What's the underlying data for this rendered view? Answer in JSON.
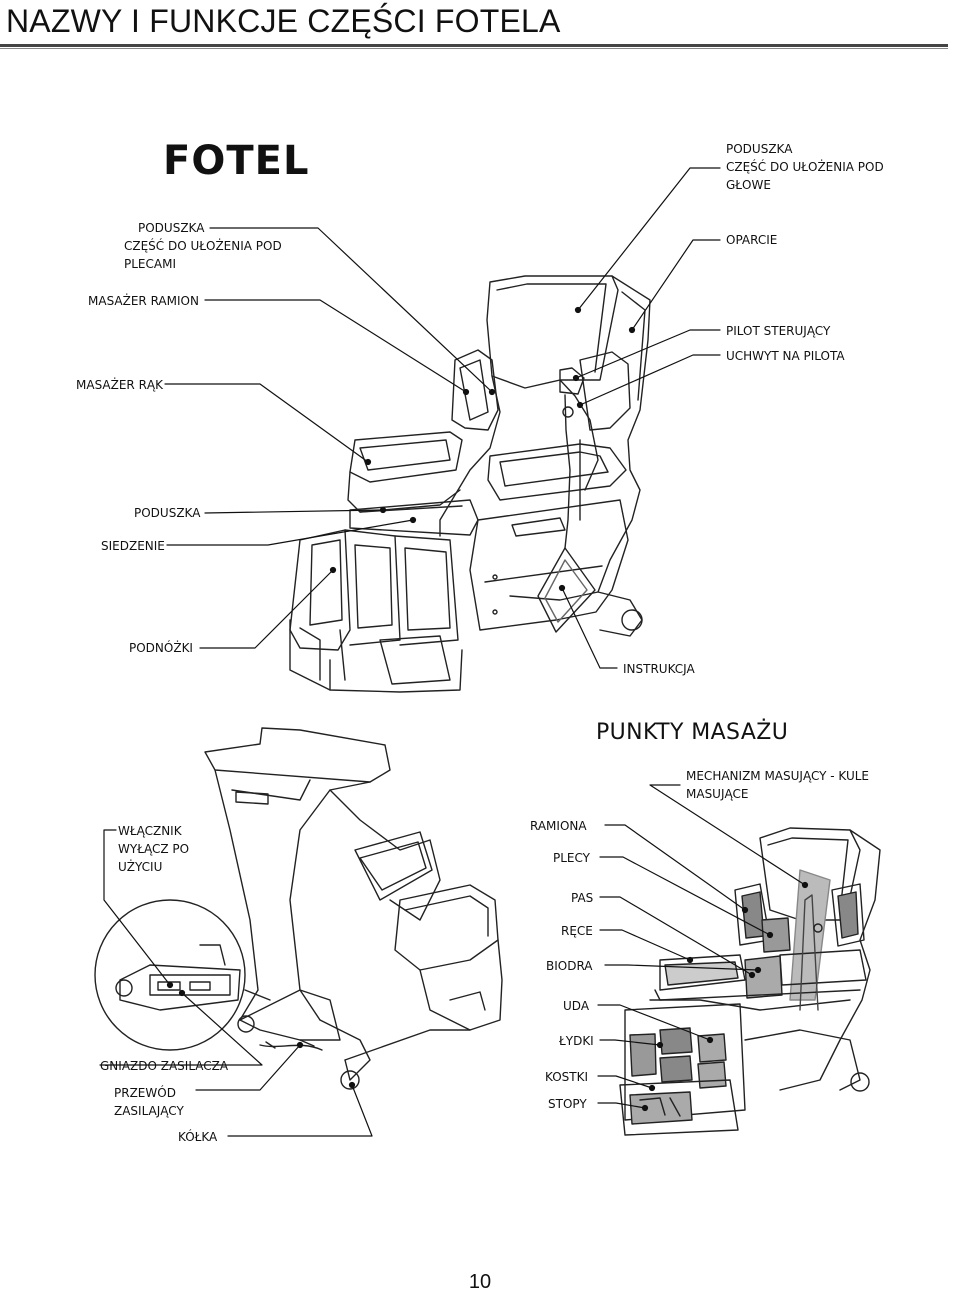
{
  "page": {
    "title": "NAZWY I FUNKCJE CZĘŚCI FOTELA",
    "page_number": "10"
  },
  "figure1": {
    "heading": "FOTEL",
    "labels": {
      "headrest": [
        "PODUSZKA",
        "CZĘŚĆ DO UŁOŻENIA POD",
        "GŁOWE"
      ],
      "backrest": "OPARCIE",
      "remote": "PILOT STERUJĄCY",
      "remote_holder": "UCHWYT NA PILOTA",
      "back_cushion": [
        "PODUSZKA",
        "CZĘŚĆ DO UŁOŻENIA POD",
        "PLECAMI"
      ],
      "shoulder": "MASAŻER RAMION",
      "hand": "MASAŻER RĄK",
      "seat_cushion": "PODUSZKA",
      "seat": "SIEDZENIE",
      "footrest": "PODNÓŻKI",
      "manual": "INSTRUKCJA"
    }
  },
  "figure2": {
    "labels": {
      "switch": [
        "WŁĄCZNIK",
        "WYŁĄCZ PO",
        "UŻYCIU"
      ],
      "socket": "GNIAZDO ZASILACZA",
      "cable": [
        "PRZEWÓD",
        "ZASILAJĄCY"
      ],
      "wheels": "KÓŁKA"
    }
  },
  "figure3": {
    "heading": "PUNKTY MASAŻU",
    "labels": {
      "mechanism": [
        "MECHANIZM MASUJĄCY - KULE",
        "MASUJĄCE"
      ],
      "shoulders": "RAMIONA",
      "back": "PLECY",
      "waist": "PAS",
      "hands": "RĘCE",
      "hips": "BIODRA",
      "thighs": "UDA",
      "calves": "ŁYDKI",
      "ankles": "KOSTKI",
      "feet": "STOPY"
    }
  }
}
